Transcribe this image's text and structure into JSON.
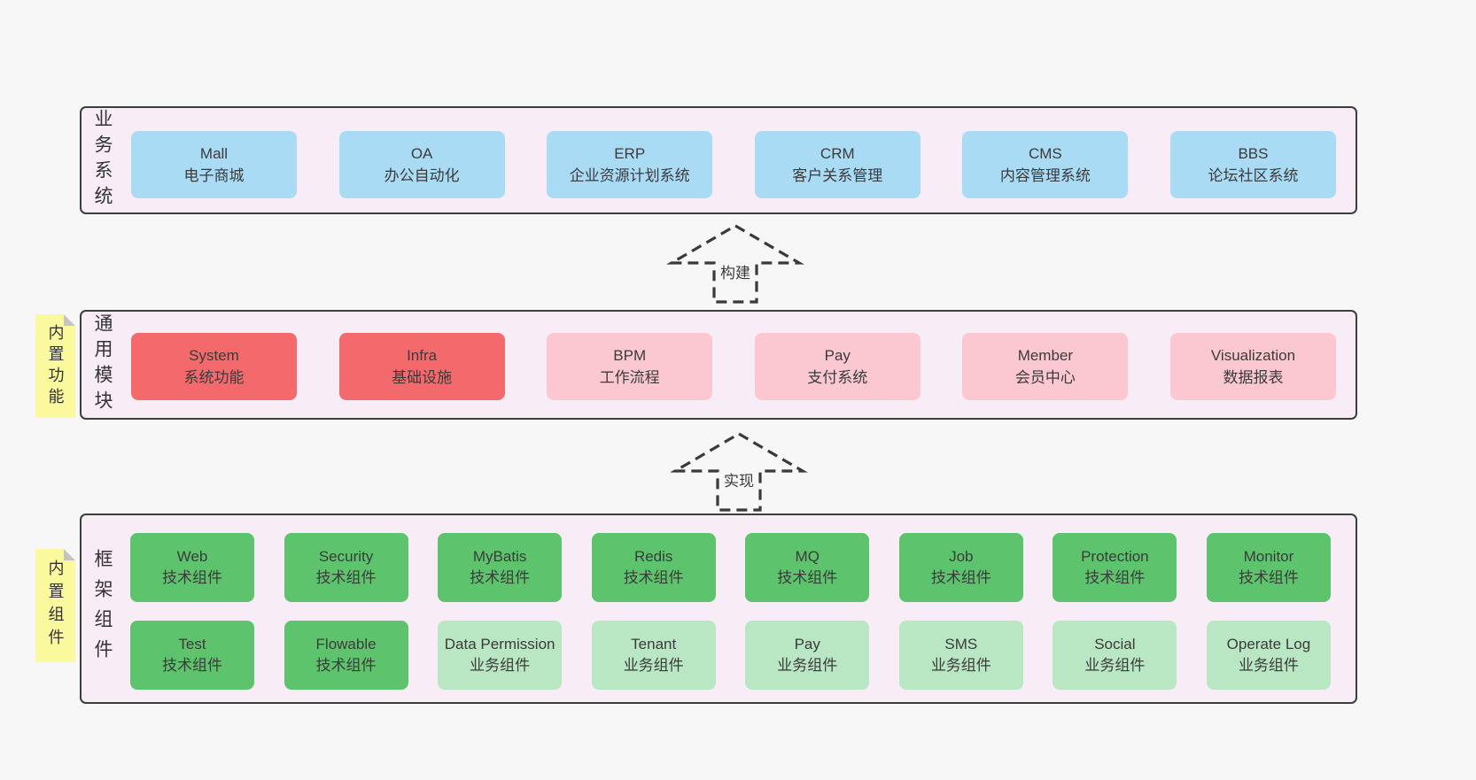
{
  "colors": {
    "page_bg": "#f7f7f7",
    "section_bg": "#f8edf6",
    "section_border": "#3d3d3d",
    "blue_box": "#a9dbf5",
    "red_box": "#f4696c",
    "pink_box": "#fbc8d2",
    "green_box": "#5dc46d",
    "light_green_box": "#b9e6c3",
    "yellow_tab": "#fbf99e",
    "text": "#3b3b3b"
  },
  "sections": {
    "business": {
      "label": "业务系统",
      "boxes": [
        {
          "title": "Mall",
          "subtitle": "电子商城"
        },
        {
          "title": "OA",
          "subtitle": "办公自动化"
        },
        {
          "title": "ERP",
          "subtitle": "企业资源计划系统"
        },
        {
          "title": "CRM",
          "subtitle": "客户关系管理"
        },
        {
          "title": "CMS",
          "subtitle": "内容管理系统"
        },
        {
          "title": "BBS",
          "subtitle": "论坛社区系统"
        }
      ]
    },
    "modules": {
      "label": "通用模块",
      "side_tab": "内置功能",
      "boxes": [
        {
          "title": "System",
          "subtitle": "系统功能"
        },
        {
          "title": "Infra",
          "subtitle": "基础设施"
        },
        {
          "title": "BPM",
          "subtitle": "工作流程"
        },
        {
          "title": "Pay",
          "subtitle": "支付系统"
        },
        {
          "title": "Member",
          "subtitle": "会员中心"
        },
        {
          "title": "Visualization",
          "subtitle": "数据报表"
        }
      ]
    },
    "framework": {
      "label": "框架组件",
      "side_tab": "内置组件",
      "row1": [
        {
          "title": "Web",
          "subtitle": "技术组件"
        },
        {
          "title": "Security",
          "subtitle": "技术组件"
        },
        {
          "title": "MyBatis",
          "subtitle": "技术组件"
        },
        {
          "title": "Redis",
          "subtitle": "技术组件"
        },
        {
          "title": "MQ",
          "subtitle": "技术组件"
        },
        {
          "title": "Job",
          "subtitle": "技术组件"
        },
        {
          "title": "Protection",
          "subtitle": "技术组件"
        },
        {
          "title": "Monitor",
          "subtitle": "技术组件"
        }
      ],
      "row2": [
        {
          "title": "Test",
          "subtitle": "技术组件"
        },
        {
          "title": "Flowable",
          "subtitle": "技术组件"
        },
        {
          "title": "Data Permission",
          "subtitle": "业务组件"
        },
        {
          "title": "Tenant",
          "subtitle": "业务组件"
        },
        {
          "title": "Pay",
          "subtitle": "业务组件"
        },
        {
          "title": "SMS",
          "subtitle": "业务组件"
        },
        {
          "title": "Social",
          "subtitle": "业务组件"
        },
        {
          "title": "Operate Log",
          "subtitle": "业务组件"
        }
      ]
    }
  },
  "arrows": {
    "build": {
      "label": "构建"
    },
    "implement": {
      "label": "实现"
    }
  }
}
